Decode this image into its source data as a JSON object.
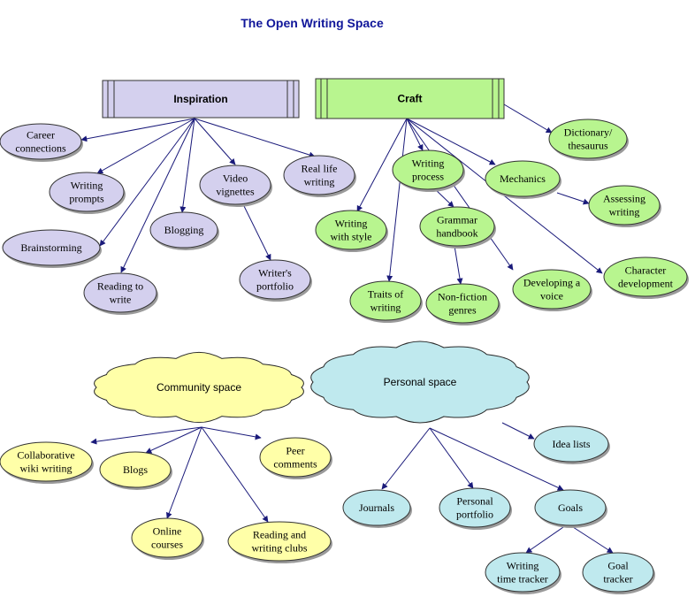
{
  "title": "The Open Writing Space",
  "colors": {
    "inspiration": "#d4d0ee",
    "craft": "#b8f58f",
    "community": "#ffffa8",
    "personal": "#bfe9ee",
    "edge": "#1a1a7a"
  },
  "boxes": {
    "inspiration": "Inspiration",
    "craft": "Craft"
  },
  "clouds": {
    "community": "Community space",
    "personal": "Personal space"
  },
  "nodes": {
    "career": [
      "Career",
      "connections"
    ],
    "prompts": [
      "Writing",
      "prompts"
    ],
    "brainstorming": [
      "Brainstorming"
    ],
    "reading": [
      "Reading to",
      "write"
    ],
    "blogging": [
      "Blogging"
    ],
    "video": [
      "Video",
      "vignettes"
    ],
    "portfolio_w": [
      "Writer's",
      "portfolio"
    ],
    "reallife": [
      "Real life",
      "writing"
    ],
    "dictionary": [
      "Dictionary/",
      "thesaurus"
    ],
    "style": [
      "Writing",
      "with style"
    ],
    "process": [
      "Writing",
      "process"
    ],
    "mechanics": [
      "Mechanics"
    ],
    "assessing": [
      "Assessing",
      "writing"
    ],
    "grammar": [
      "Grammar",
      "handbook"
    ],
    "traits": [
      "Traits of",
      "writing"
    ],
    "nonfiction": [
      "Non-fiction",
      "genres"
    ],
    "voice": [
      "Developing a",
      "voice"
    ],
    "character": [
      "Character",
      "development"
    ],
    "wiki": [
      "Collaborative",
      "wiki writing"
    ],
    "blogs": [
      "Blogs"
    ],
    "peer": [
      "Peer",
      "comments"
    ],
    "online": [
      "Online",
      "courses"
    ],
    "clubs": [
      "Reading and",
      "writing clubs"
    ],
    "idea": [
      "Idea lists"
    ],
    "journals": [
      "Journals"
    ],
    "personal_p": [
      "Personal",
      "portfolio"
    ],
    "goals": [
      "Goals"
    ],
    "timetracker": [
      "Writing",
      "time tracker"
    ],
    "goaltracker": [
      "Goal",
      "tracker"
    ]
  }
}
